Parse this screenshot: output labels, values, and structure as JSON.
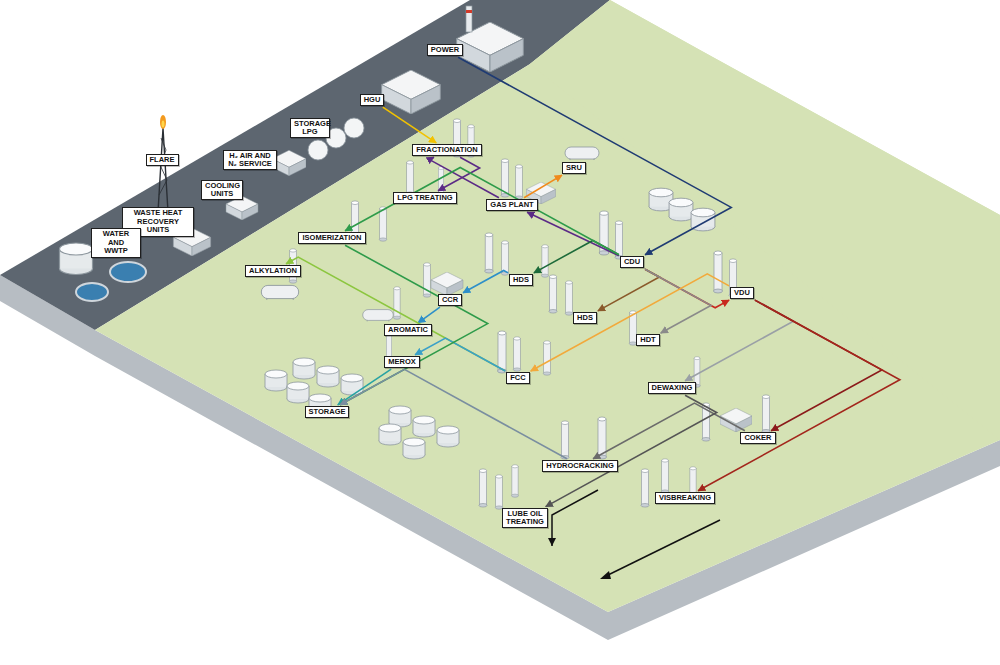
{
  "diagram": {
    "nodes": [
      {
        "text": [
          "POWER"
        ]
      },
      {
        "text": [
          "HGU"
        ]
      },
      {
        "text": [
          "STORAGE LPG"
        ]
      },
      {
        "text": [
          "FLARE"
        ]
      },
      {
        "text": [
          "H₂ AIR AND N₂ SERVICE"
        ]
      },
      {
        "text": [
          "COOLING UNITS"
        ]
      },
      {
        "text": [
          "FRACTIONATION"
        ]
      },
      {
        "text": [
          "SRU"
        ]
      },
      {
        "text": [
          "LPG TREATING"
        ]
      },
      {
        "text": [
          "GAS PLANT"
        ]
      },
      {
        "text": [
          "WASTE HEAT RECOVERY UNITS"
        ]
      },
      {
        "text": [
          "WATER AND WWTP"
        ]
      },
      {
        "text": [
          "ISOMERIZATION"
        ]
      },
      {
        "text": [
          "CDU"
        ]
      },
      {
        "text": [
          "VDU"
        ]
      },
      {
        "text": [
          "ALKYLATION"
        ]
      },
      {
        "text": [
          "HDS"
        ]
      },
      {
        "text": [
          "CCR"
        ]
      },
      {
        "text": [
          "HDS"
        ]
      },
      {
        "text": [
          "AROMATIC"
        ]
      },
      {
        "text": [
          "HDT"
        ]
      },
      {
        "text": [
          "MEROX"
        ]
      },
      {
        "text": [
          "FCC"
        ]
      },
      {
        "text": [
          "DEWAXING"
        ]
      },
      {
        "text": [
          "STORAGE"
        ]
      },
      {
        "text": [
          "COKER"
        ]
      },
      {
        "text": [
          "HYDROCRACKING"
        ]
      },
      {
        "text": [
          "VISBREAKING"
        ]
      },
      {
        "text": [
          "LUBE OIL TREATING"
        ]
      }
    ],
    "edges": [
      {
        "from": 0,
        "to": 13,
        "arrow": "to"
      },
      {
        "from": 1,
        "to": 6,
        "arrow": "to"
      },
      {
        "from": 9,
        "to": 6,
        "arrow": "to"
      },
      {
        "from": 6,
        "to": 8,
        "arrow": "to"
      },
      {
        "from": 13,
        "to": 9,
        "arrow": "to"
      },
      {
        "from": 9,
        "to": 7,
        "arrow": "to"
      },
      {
        "from": 13,
        "to": 14,
        "arrow": "to"
      },
      {
        "from": 13,
        "to": 16,
        "arrow": "to"
      },
      {
        "from": 13,
        "to": 12,
        "arrow": "to"
      },
      {
        "from": 13,
        "to": 18,
        "arrow": "to"
      },
      {
        "from": 13,
        "to": 20,
        "arrow": "to"
      },
      {
        "from": 16,
        "to": 17,
        "arrow": "to"
      },
      {
        "from": 17,
        "to": 19,
        "arrow": "to"
      },
      {
        "from": 14,
        "to": 22,
        "arrow": "to"
      },
      {
        "from": 14,
        "to": 23,
        "arrow": "to"
      },
      {
        "from": 14,
        "to": 25,
        "arrow": "to"
      },
      {
        "from": 14,
        "to": 27,
        "arrow": "to"
      },
      {
        "from": 22,
        "to": 15,
        "arrow": "to"
      },
      {
        "from": 22,
        "to": 21,
        "arrow": "to"
      },
      {
        "from": 21,
        "to": 24,
        "arrow": "to"
      },
      {
        "from": 12,
        "to": 24,
        "arrow": "to"
      },
      {
        "from": 26,
        "to": 24,
        "arrow": "to"
      },
      {
        "from": 25,
        "to": 26,
        "arrow": "to"
      },
      {
        "from": 23,
        "to": 28,
        "arrow": "to"
      }
    ]
  }
}
